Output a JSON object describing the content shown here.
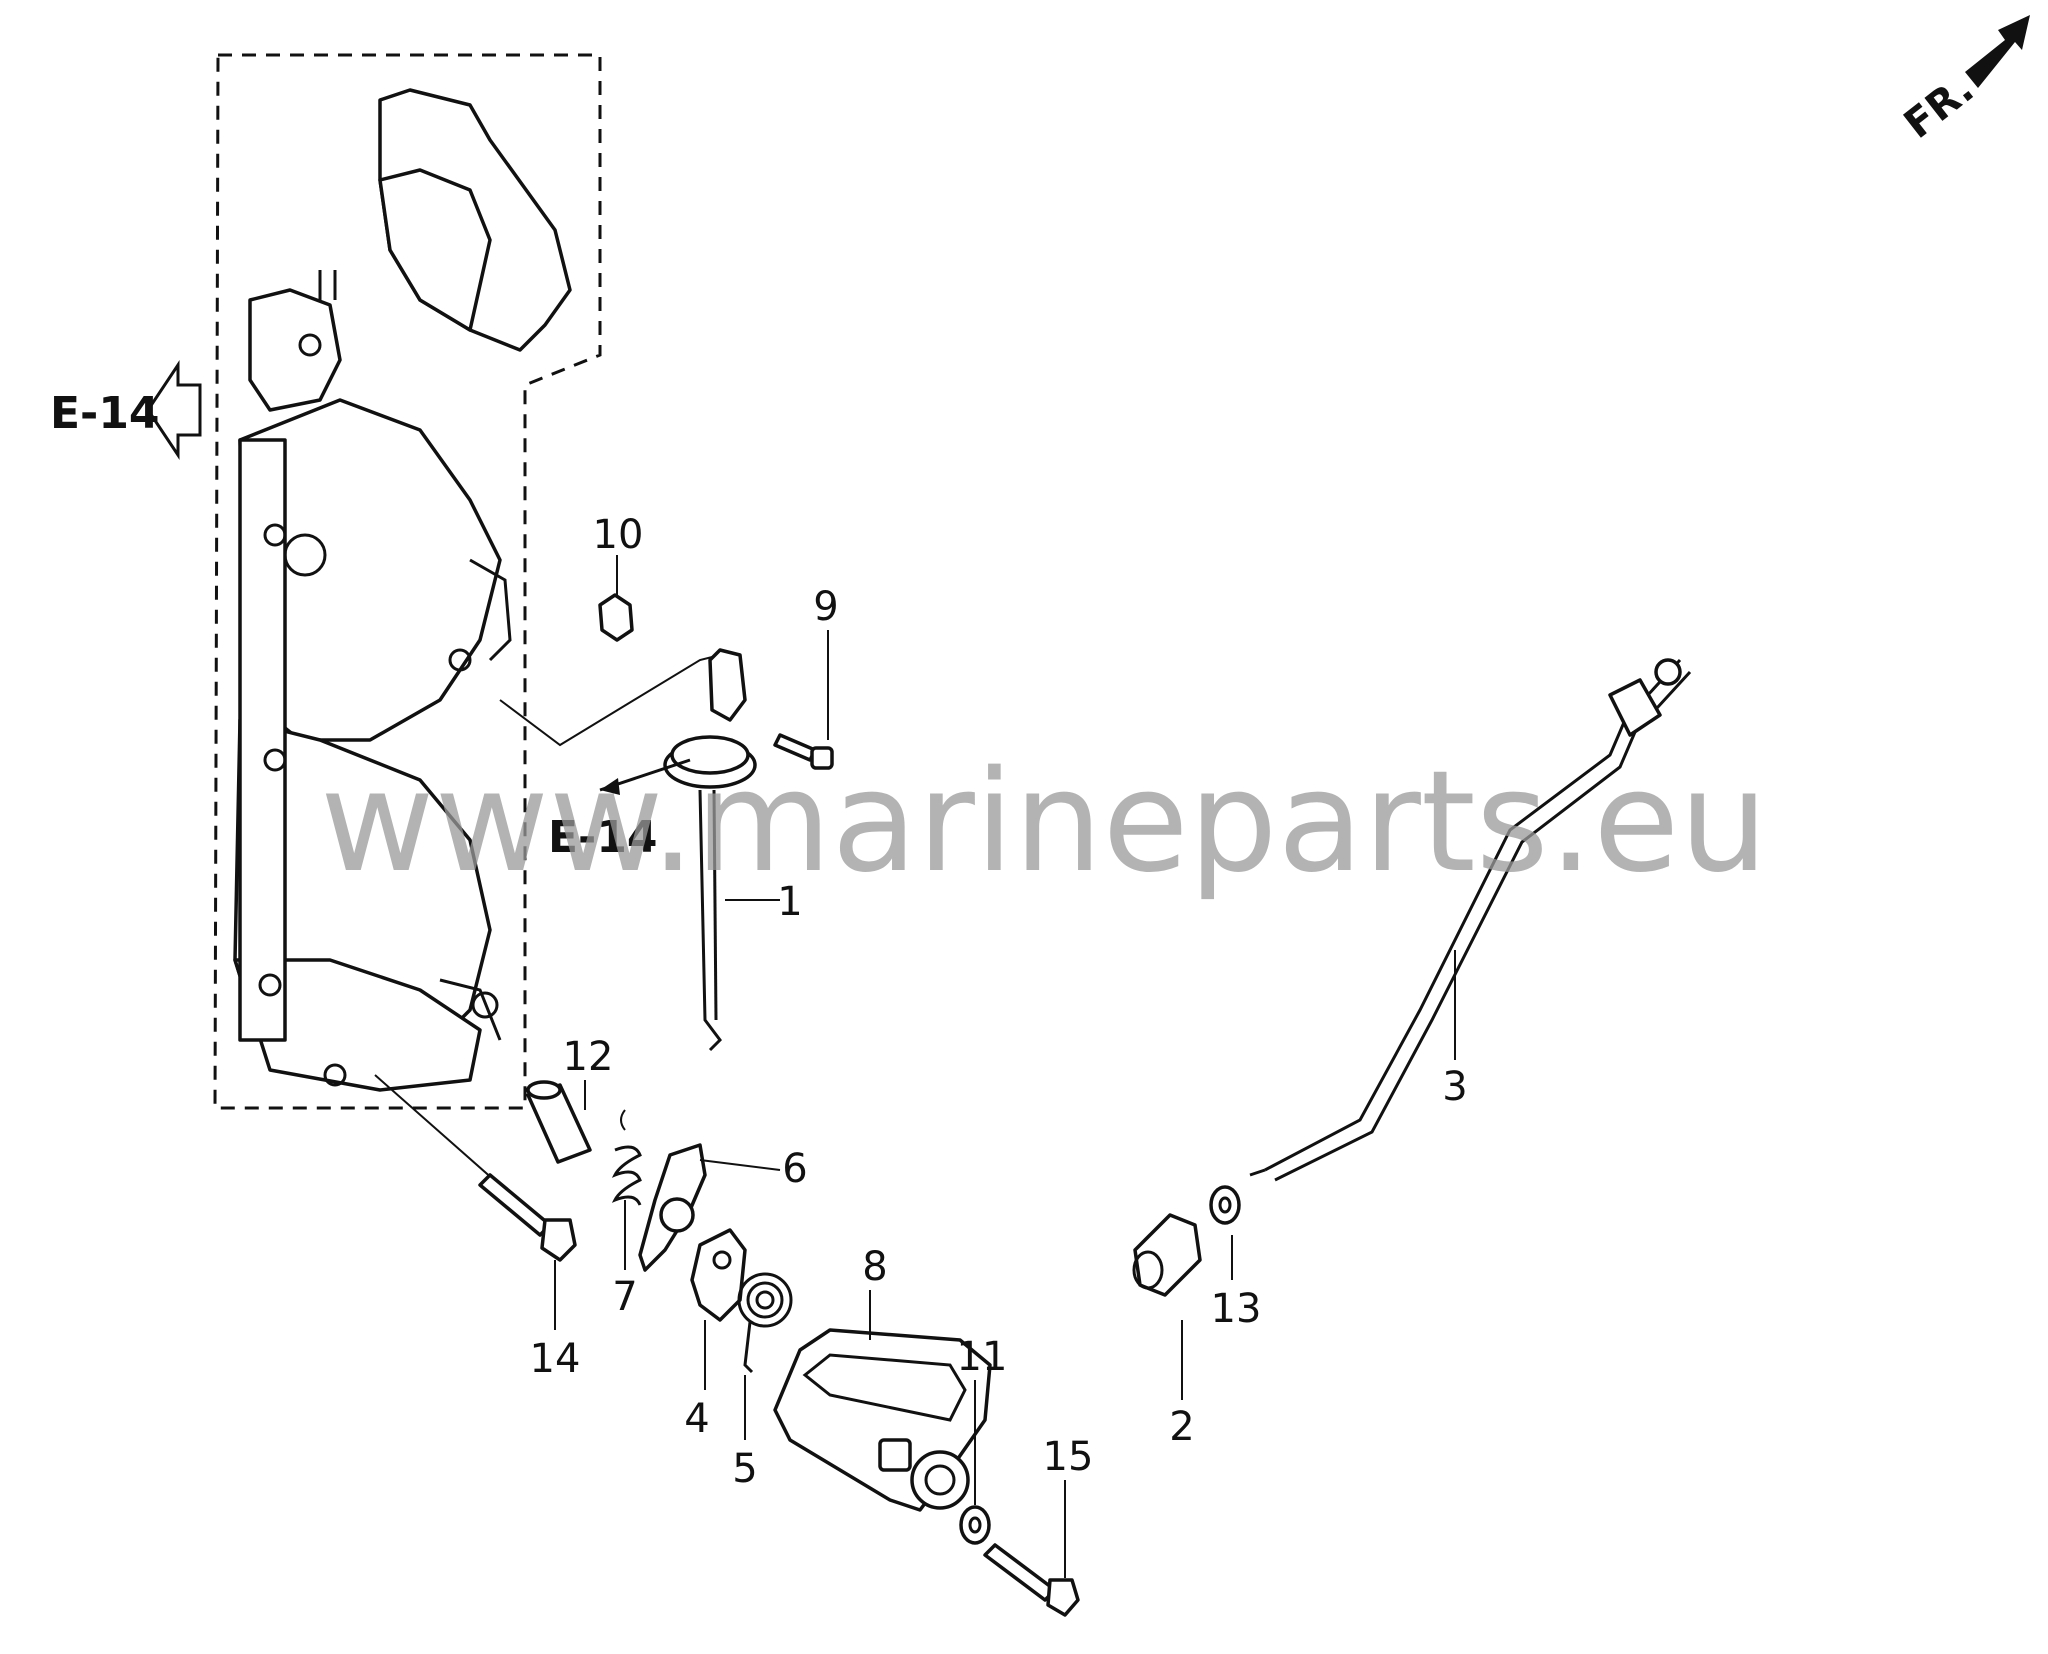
{
  "watermark": "www.marineparts.eu",
  "orientation": {
    "label": "FR.",
    "icon": "front-direction-arrow-icon"
  },
  "references": [
    {
      "id": "ref-e14-left",
      "text": "E-14"
    },
    {
      "id": "ref-e14-center",
      "text": "E-14"
    }
  ],
  "parts": [
    {
      "number": "1"
    },
    {
      "number": "2"
    },
    {
      "number": "3"
    },
    {
      "number": "4"
    },
    {
      "number": "5"
    },
    {
      "number": "6"
    },
    {
      "number": "7"
    },
    {
      "number": "8"
    },
    {
      "number": "9"
    },
    {
      "number": "10"
    },
    {
      "number": "11"
    },
    {
      "number": "12"
    },
    {
      "number": "13"
    },
    {
      "number": "14"
    },
    {
      "number": "15"
    }
  ]
}
